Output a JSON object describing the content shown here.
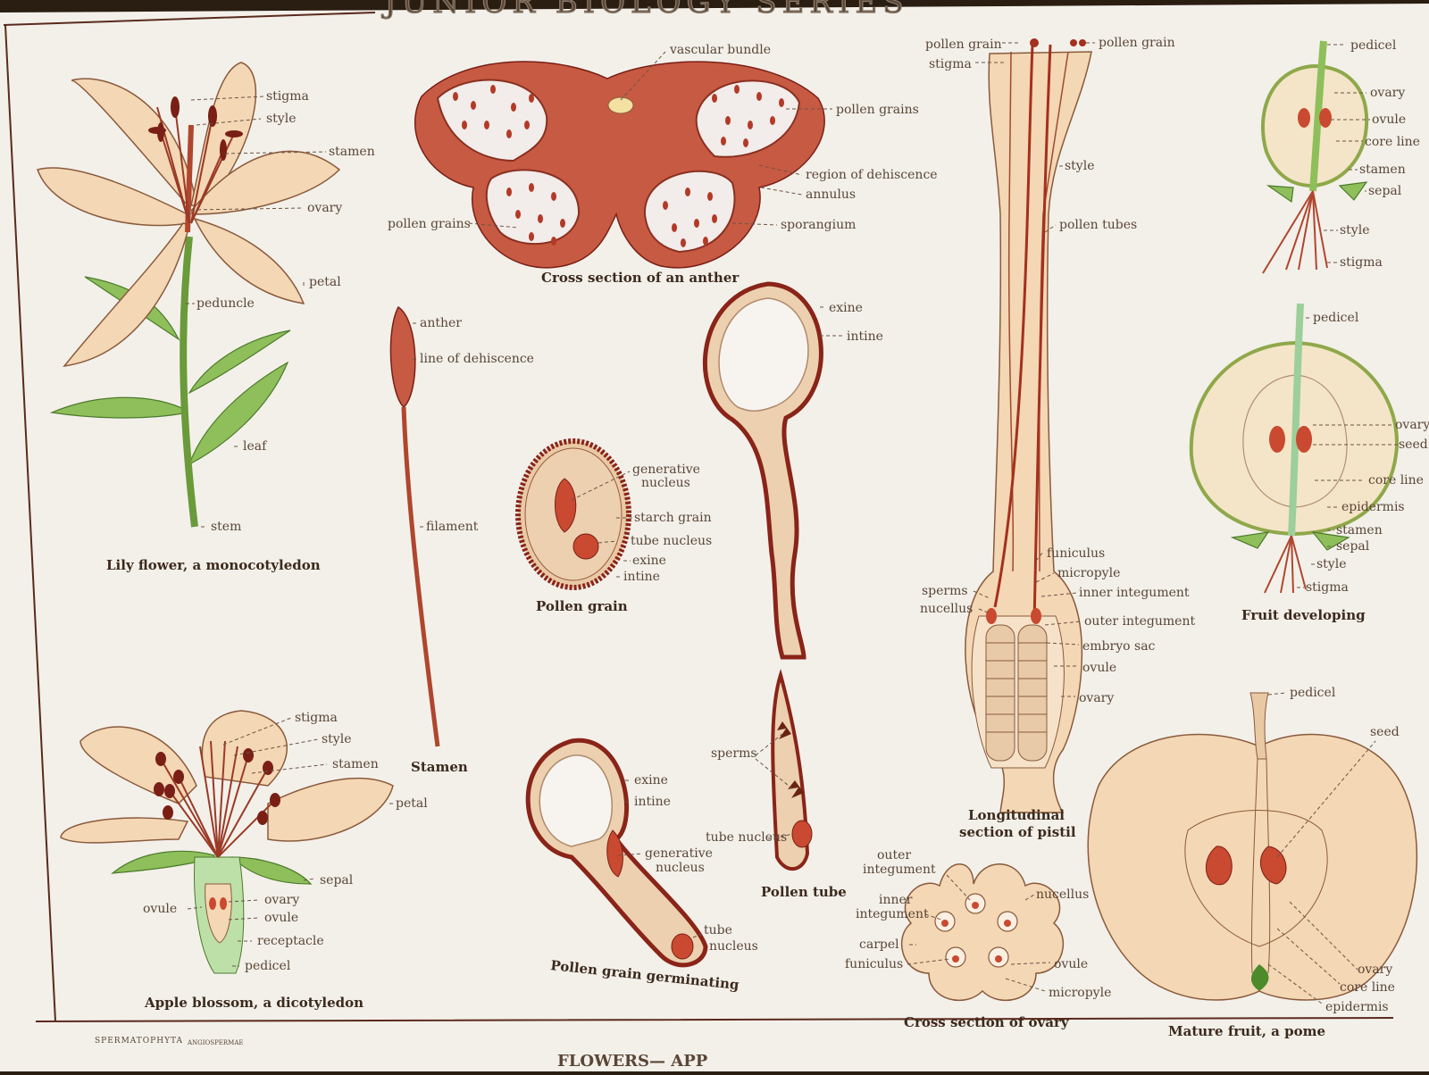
{
  "header": {
    "title": "JUNIOR BIOLOGY SERIES"
  },
  "footer": {
    "series": "SPERMATOPHYTA",
    "subseries": "ANGIOSPERMAE",
    "title": "FLOWERS— APP"
  },
  "lily": {
    "caption": "Lily flower, a monocotyledon",
    "labels": {
      "stigma": "stigma",
      "style": "style",
      "stamen": "stamen",
      "ovary": "ovary",
      "petal": "petal",
      "peduncle": "peduncle",
      "leaf": "leaf",
      "stem": "stem"
    }
  },
  "anther_xs": {
    "caption": "Cross section of an anther",
    "labels": {
      "vascular_bundle": "vascular bundle",
      "pollen_grains_r": "pollen grains",
      "region_dehiscence": "region of dehiscence",
      "annulus": "annulus",
      "sporangium": "sporangium",
      "pollen_grains_l": "pollen grains"
    }
  },
  "stamen": {
    "caption": "Stamen",
    "labels": {
      "anther": "anther",
      "line_dehiscence": "line of dehiscence",
      "filament": "filament"
    }
  },
  "pollen_grain": {
    "caption": "Pollen grain",
    "labels": {
      "generative_1": "generative",
      "generative_2": "nucleus",
      "starch_grain": "starch grain",
      "tube_nucleus": "tube nucleus",
      "exine": "exine",
      "intine": "intine"
    }
  },
  "pollen_tube": {
    "caption": "Pollen tube",
    "labels": {
      "exine": "exine",
      "intine": "intine",
      "sperms": "sperms",
      "tube_nucleus": "tube nucleus"
    }
  },
  "germinating": {
    "caption": "Pollen grain germinating",
    "labels": {
      "exine": "exine",
      "intine": "intine",
      "generative_1": "generative",
      "generative_2": "nucleus",
      "tube_1": "tube",
      "tube_2": "nucleus"
    }
  },
  "pistil": {
    "caption_1": "Longitudinal",
    "caption_2": "section of pistil",
    "labels": {
      "pollen_grain_l": "pollen grain",
      "stigma": "stigma",
      "pollen_grain_r": "pollen grain",
      "style": "style",
      "pollen_tubes": "pollen tubes",
      "funiculus": "funiculus",
      "micropyle": "micropyle",
      "inner_integument": "inner integument",
      "sperms": "sperms",
      "nucellus": "nucellus",
      "outer_integument": "outer integument",
      "embryo_sac": "embryo sac",
      "ovule": "ovule",
      "ovary": "ovary"
    }
  },
  "fruit_top": {
    "labels": {
      "pedicel": "pedicel",
      "ovary": "ovary",
      "ovule": "ovule",
      "core_line": "core line",
      "stamen": "stamen",
      "sepal": "sepal",
      "style": "style",
      "stigma": "stigma"
    }
  },
  "fruit_developing": {
    "caption": "Fruit developing",
    "labels": {
      "pedicel": "pedicel",
      "ovary": "ovary",
      "seed": "seed",
      "core_line": "core line",
      "epidermis": "epidermis",
      "stamen": "stamen",
      "sepal": "sepal",
      "style": "style",
      "stigma": "stigma"
    }
  },
  "apple_blossom": {
    "caption": "Apple blossom, a dicotyledon",
    "labels": {
      "stigma": "stigma",
      "style": "style",
      "stamen": "stamen",
      "petal": "petal",
      "sepal": "sepal",
      "ovule_l": "ovule",
      "ovary": "ovary",
      "ovule_r": "ovule",
      "receptacle": "receptacle",
      "pedicel": "pedicel"
    }
  },
  "ovary_xs": {
    "caption": "Cross section of ovary",
    "labels": {
      "outer_1": "outer",
      "outer_2": "integument",
      "inner_1": "inner",
      "inner_2": "integument",
      "carpel": "carpel",
      "funiculus": "funiculus",
      "nucellus": "nucellus",
      "ovule": "ovule",
      "micropyle": "micropyle"
    }
  },
  "mature_fruit": {
    "caption": "Mature fruit, a pome",
    "labels": {
      "pedicel": "pedicel",
      "seed": "seed",
      "ovary": "ovary",
      "core_line": "core line",
      "epidermis": "epidermis"
    }
  }
}
